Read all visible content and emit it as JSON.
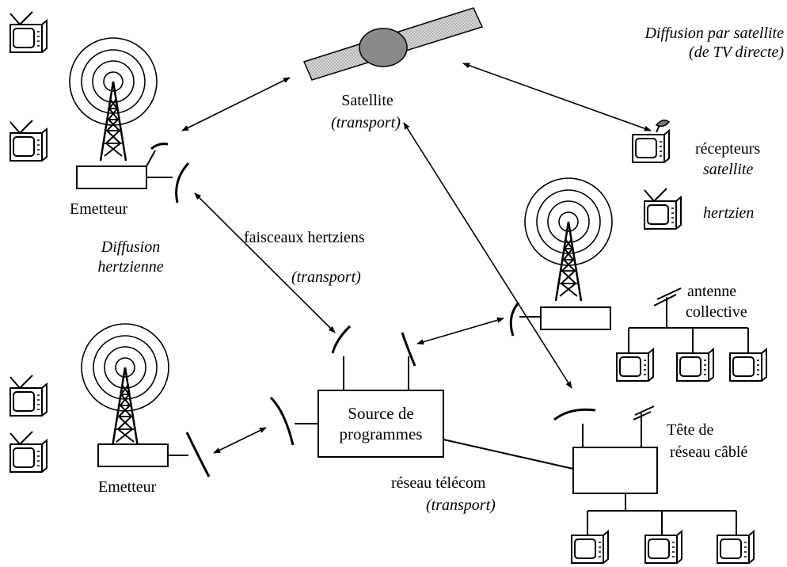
{
  "labels": {
    "satellite_title": "Satellite",
    "satellite_sub": "(transport)",
    "diffusion_satellite_1": "Diffusion par satellite",
    "diffusion_satellite_2": "(de TV directe)",
    "recepteurs": "récepteurs",
    "satellite_word": "satellite",
    "hertzien": "hertzien",
    "emetteur_top": "Emetteur",
    "diffusion_hertzienne_1": "Diffusion",
    "diffusion_hertzienne_2": "hertzienne",
    "faisceaux": "faisceaux hertziens",
    "faisceaux_sub": "(transport)",
    "antenne_collective_1": "antenne",
    "antenne_collective_2": "collective",
    "source_1": "Source de",
    "source_2": "programmes",
    "tete_1": "Tête de",
    "tete_2": "réseau câblé",
    "emetteur_bottom": "Emetteur",
    "reseau_telecom": "réseau télécom",
    "reseau_sub": "(transport)"
  },
  "colors": {
    "ink": "#000000",
    "satellite_body": "#8a8a8a",
    "solar_panel": "#cfcfcf"
  }
}
